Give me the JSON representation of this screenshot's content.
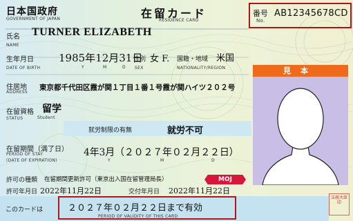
{
  "header": {
    "country_ja": "日本国政府",
    "country_en": "GOVERNMENT OF JAPAN",
    "card_title_ja": "在留カード",
    "card_title_en": "RESIDENCE CARD",
    "number_label_ja": "番号",
    "number_label_en": "No.",
    "number_value": "AB12345678CD"
  },
  "name": {
    "label_ja": "氏名",
    "label_en": "NAME",
    "value": "TURNER ELIZABETH"
  },
  "birth": {
    "label_ja": "生年月日",
    "label_en": "DATE OF BIRTH",
    "value": "1985年12月31日",
    "y": "Y",
    "m": "M",
    "d": "D"
  },
  "sex": {
    "label_ja": "性別",
    "label_en": "SEX",
    "value": "女 F."
  },
  "nationality": {
    "label_ja": "国籍・地域",
    "label_en": "NATIONALITY/REGION",
    "value": "米国"
  },
  "address": {
    "label_ja": "住居地",
    "label_en": "ADDRESS",
    "value": "東京都千代田区霞が関１丁目１番１号霞が関ハイツ２０２号"
  },
  "status": {
    "label_ja": "在留資格",
    "label_en": "STATUS",
    "value": "留学",
    "value_en": "Student"
  },
  "work": {
    "label": "就労制限の有無",
    "value": "就労不可"
  },
  "period": {
    "label_ja": "在留期間（満了日）",
    "label_en1": "PERIOD OF STAY",
    "label_en2": "(DATE OF EXPIRATION)",
    "value": "4年3月（２０２７年０２月２２日）",
    "y": "Y",
    "m": "M",
    "d": "D"
  },
  "permission": {
    "label": "許可の種類",
    "value": "在留期間更新許可（東京出入国在留管理局長）"
  },
  "issue": {
    "permit_label": "許可年月日",
    "permit_date": "2022年11月22日",
    "issue_label": "交付年月日",
    "issue_date": "2022年11月22日"
  },
  "validity": {
    "prefix": "このカードは",
    "value": "２０２７年０２月２２日まで有効",
    "label_en": "PERIOD OF VALIDITY OF THIS CARD"
  },
  "photo": {
    "sample_label": "見本"
  },
  "moj_logo": "MOJ",
  "stamp_text": "法務大臣印",
  "colors": {
    "red_box": "#b01518",
    "sample_orange": "#f06a1c",
    "photo_bg": "#c8bee6",
    "band_blue": "#cde7f3",
    "moj_red": "#d8183b"
  }
}
